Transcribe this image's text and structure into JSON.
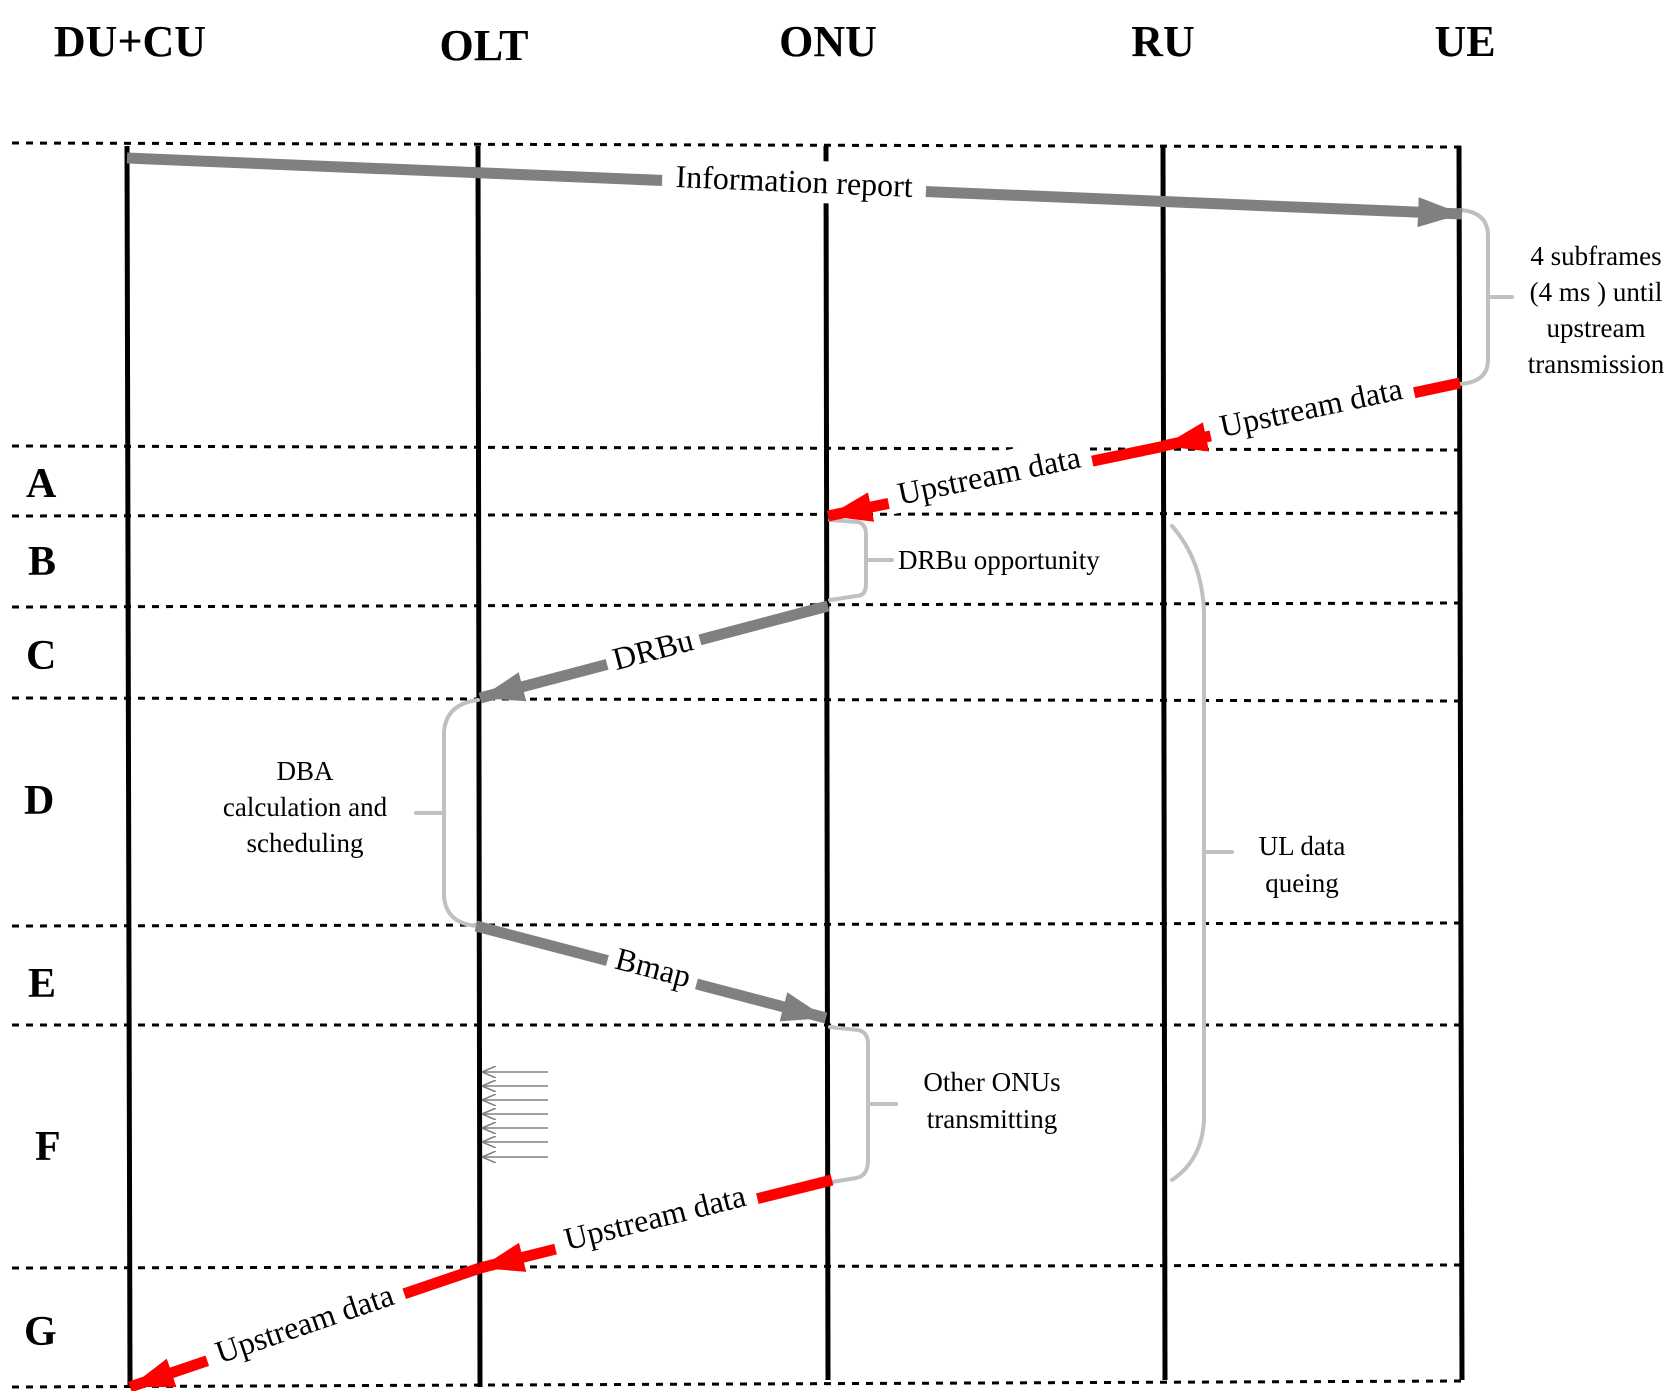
{
  "colors": {
    "lifeline": "#000000",
    "control_arrow": "#808080",
    "data_arrow": "#ff0000",
    "bracket": "#c0c0c0",
    "phase_line": "#000000"
  },
  "nodes": [
    {
      "id": "ducu",
      "label": "DU+CU"
    },
    {
      "id": "olt",
      "label": "OLT"
    },
    {
      "id": "onu",
      "label": "ONU"
    },
    {
      "id": "ru",
      "label": "RU"
    },
    {
      "id": "ue",
      "label": "UE"
    }
  ],
  "phases": [
    "A",
    "B",
    "C",
    "D",
    "E",
    "F",
    "G"
  ],
  "messages": {
    "info_report": "Information report",
    "ue_upstream": "Upstream data",
    "ru_upstream": "Upstream data",
    "drbu": "DRBu",
    "bmap": "Bmap",
    "onu_upstream": "Upstream data",
    "olt_upstream": "Upstream data"
  },
  "notes": {
    "subframes": [
      "4 subframes",
      "(4 ms ) until",
      "upstream",
      "transmission"
    ],
    "drbu_opportunity": [
      "DRBu opportunity"
    ],
    "dba": [
      "DBA",
      "calculation and",
      "scheduling"
    ],
    "ul_queue": [
      "UL data",
      "queing"
    ],
    "other_onus": [
      "Other ONUs",
      "transmitting"
    ]
  }
}
